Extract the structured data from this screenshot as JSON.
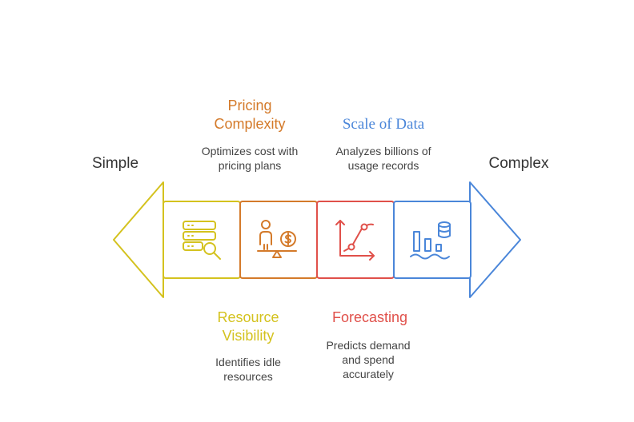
{
  "scale": {
    "left": "Simple",
    "right": "Complex"
  },
  "steps": [
    {
      "id": "resource-visibility",
      "title": [
        "Resource",
        "Visibility"
      ],
      "description": [
        "Identifies idle",
        "resources"
      ],
      "color": "#D4C21E",
      "icon": "server-search-icon",
      "label_position": "below"
    },
    {
      "id": "pricing-complexity",
      "title": [
        "Pricing",
        "Complexity"
      ],
      "description": [
        "Optimizes cost with",
        "pricing plans"
      ],
      "color": "#D47A2A",
      "icon": "person-balance-coin-icon",
      "label_position": "above"
    },
    {
      "id": "forecasting",
      "title": [
        "Forecasting"
      ],
      "description": [
        "Predicts demand",
        "and spend",
        "accurately"
      ],
      "color": "#E0504A",
      "icon": "trend-chart-icon",
      "label_position": "below"
    },
    {
      "id": "scale-of-data",
      "title": [
        "Scale of Data"
      ],
      "description": [
        "Analyzes billions of",
        "usage records"
      ],
      "color": "#4A86D9",
      "icon": "data-lake-icon",
      "label_position": "above"
    }
  ]
}
